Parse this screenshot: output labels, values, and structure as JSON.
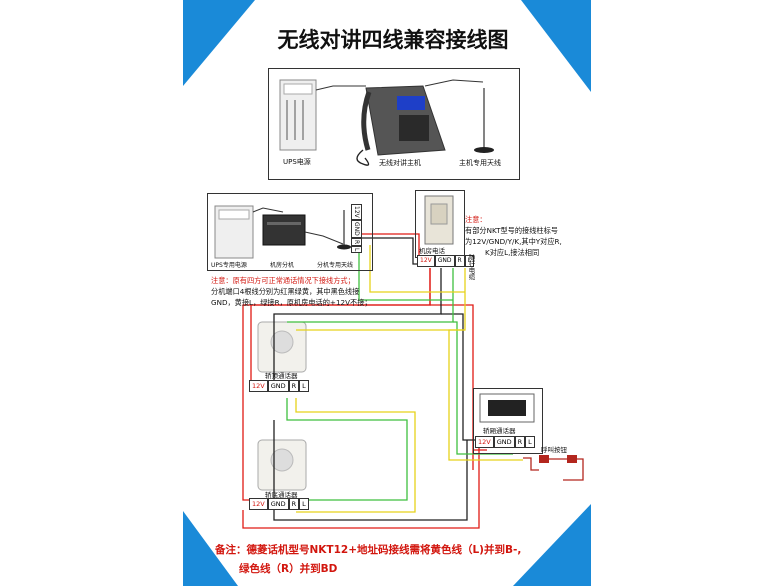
{
  "title": "无线对讲四线兼容接线图",
  "top_panel": {
    "ups_label": "UPS电源",
    "host_label": "无线对讲主机",
    "antenna_label": "主机专用天线"
  },
  "mid_panel": {
    "ups_label": "UPS专用电源",
    "ext_label": "机房分机",
    "antenna_label": "分机专用天线",
    "vertical_terminals": [
      "12V",
      "GND",
      "R",
      "L"
    ]
  },
  "machine_room": {
    "label": "机房电话",
    "terminals": [
      "12V",
      "GND",
      "R",
      "L"
    ],
    "trailing_cable_label": "随行电缆"
  },
  "note_right": {
    "heading": "注意：",
    "lines": [
      "有部分NKT型号的接线柱标号",
      "为12V/GND/Y/K,其中Y对应R,",
      "K对应L,接法相同"
    ]
  },
  "note_left": {
    "heading": "注意：原有四方可正常通话情况下接线方式；",
    "lines": [
      "分机端口4根线分别为红黑绿黄，其中黑色线接",
      "GND，黄接L，绿接R，原机房电话的+12V不接；"
    ]
  },
  "car_top": {
    "label": "轿顶通话器",
    "terminals": [
      "12V",
      "GND",
      "R",
      "L"
    ]
  },
  "car_bottom": {
    "label": "轿底通话器",
    "terminals": [
      "12V",
      "GND",
      "R",
      "L"
    ]
  },
  "car_inner": {
    "label": "轿厢通话器",
    "terminals": [
      "12V",
      "GND",
      "R",
      "L"
    ]
  },
  "call_button": "呼叫按钮",
  "bottom_note": {
    "line1": "备注：德菱话机型号NKT12+地址码接线需将黄色线（L)并到B-,",
    "line2": "绿色线（R）并到BD"
  },
  "colors": {
    "accent_blue": "#1a8ad8",
    "wire_red": "#e01a14",
    "wire_black": "#222222",
    "wire_green": "#3fbf3f",
    "wire_yellow": "#e6d21a",
    "note_red": "#d2160e"
  }
}
